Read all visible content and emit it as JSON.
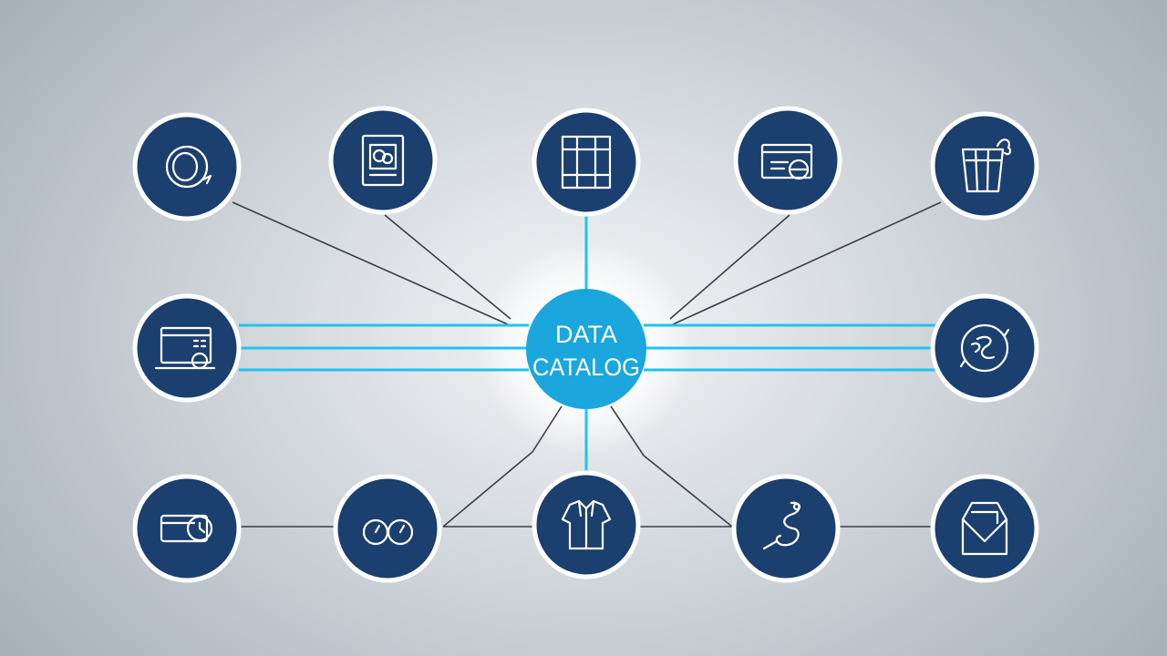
{
  "hub": {
    "line1": "DATA",
    "line2": "CATALOG"
  },
  "nodes": [
    {
      "id": "top-1",
      "icon": "refresh-circle-icon"
    },
    {
      "id": "top-2",
      "icon": "document-chart-icon"
    },
    {
      "id": "top-3",
      "icon": "table-grid-icon"
    },
    {
      "id": "top-4",
      "icon": "browser-window-icon"
    },
    {
      "id": "top-5",
      "icon": "data-bucket-icon"
    },
    {
      "id": "mid-left",
      "icon": "laptop-analytics-icon"
    },
    {
      "id": "mid-right",
      "icon": "sync-arrows-icon"
    },
    {
      "id": "bottom-1",
      "icon": "card-clock-icon"
    },
    {
      "id": "bottom-2",
      "icon": "gauges-icon"
    },
    {
      "id": "bottom-3",
      "icon": "shirt-icon"
    },
    {
      "id": "bottom-4",
      "icon": "dollar-flow-icon"
    },
    {
      "id": "bottom-5",
      "icon": "envelope-shield-icon"
    }
  ],
  "colors": {
    "node_fill": "#1b3f6e",
    "node_ring": "#ffffff",
    "hub_fill": "#1ba6de",
    "cyan_link": "#1ec4ef",
    "dark_link": "#3a3f45"
  }
}
